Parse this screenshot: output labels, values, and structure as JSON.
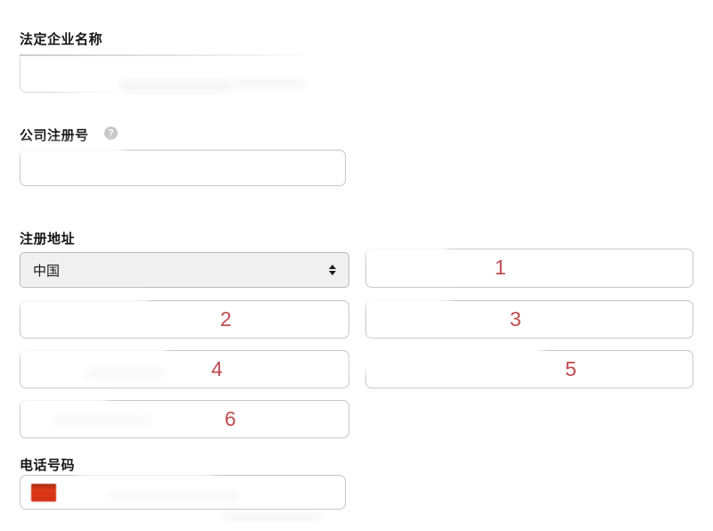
{
  "legal_name": {
    "label": "法定企业名称"
  },
  "registration_number": {
    "label": "公司注册号",
    "help_icon": "?"
  },
  "address": {
    "label": "注册地址",
    "country_selected": "中国",
    "numbers": [
      "1",
      "2",
      "3",
      "4",
      "5",
      "6"
    ]
  },
  "phone": {
    "label": "电话号码"
  },
  "colors": {
    "annotation_red": "#bf4a4f",
    "flag_red": "#d43216",
    "select_bg": "#f0f0f0"
  }
}
